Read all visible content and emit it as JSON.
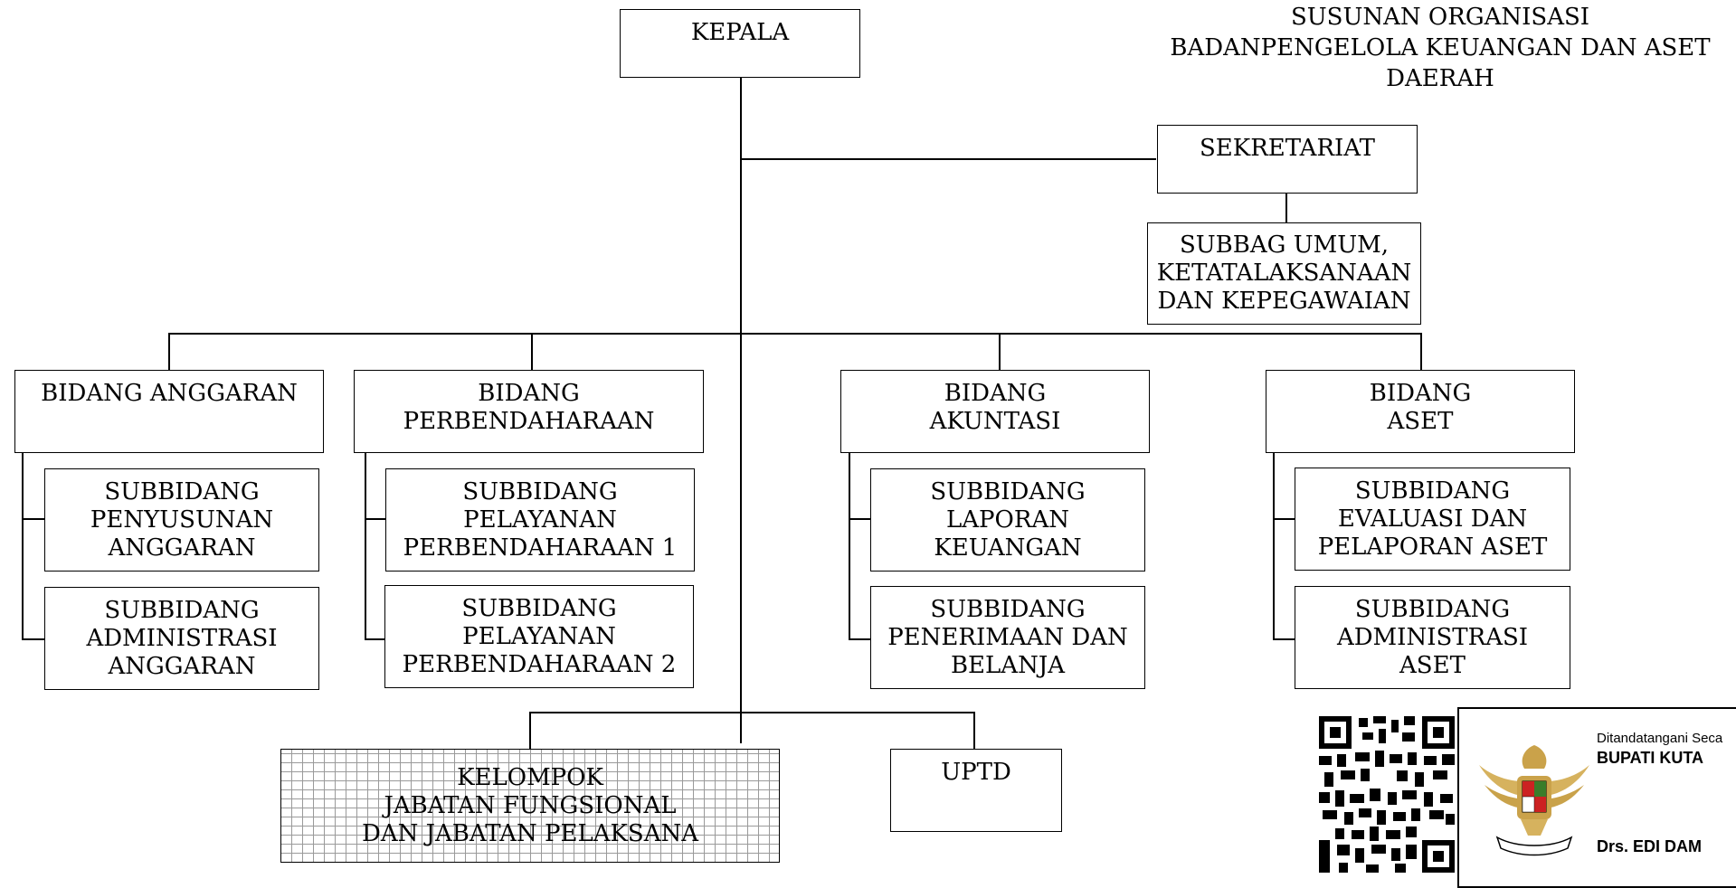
{
  "title": {
    "line1": "SUSUNAN ORGANISASI",
    "line2": "BADANPENGELOLA KEUANGAN DAN ASET",
    "line3": "DAERAH"
  },
  "nodes": {
    "kepala": [
      "KEPALA"
    ],
    "sekretariat": [
      "SEKRETARIAT"
    ],
    "subbag_umum": [
      "SUBBAG UMUM,",
      "KETATALAKSANAAN",
      "DAN KEPEGAWAIAN"
    ],
    "bidang_anggaran": [
      "BIDANG ANGGARAN"
    ],
    "subbidang_penyusunan": [
      "SUBBIDANG",
      "PENYUSUNAN",
      "ANGGARAN"
    ],
    "subbidang_adm_anggaran": [
      "SUBBIDANG",
      "ADMINISTRASI",
      "ANGGARAN"
    ],
    "bidang_perbendaharaan": [
      "BIDANG",
      "PERBENDAHARAAN"
    ],
    "subbidang_pelayanan_1": [
      "SUBBIDANG",
      "PELAYANAN",
      "PERBENDAHARAAN 1"
    ],
    "subbidang_pelayanan_2": [
      "SUBBIDANG",
      "PELAYANAN",
      "PERBENDAHARAAN 2"
    ],
    "bidang_akuntansi": [
      "BIDANG",
      "AKUNTASI"
    ],
    "subbidang_laporan": [
      "SUBBIDANG",
      "LAPORAN",
      "KEUANGAN"
    ],
    "subbidang_penerimaan": [
      "SUBBIDANG",
      "PENERIMAAN DAN",
      "BELANJA"
    ],
    "bidang_aset": [
      "BIDANG",
      "ASET"
    ],
    "subbidang_evaluasi": [
      "SUBBIDANG",
      "EVALUASI DAN",
      "PELAPORAN ASET"
    ],
    "subbidang_adm_aset": [
      "SUBBIDANG",
      "ADMINISTRASI",
      "ASET"
    ],
    "kelompok_fungsional": [
      "KELOMPOK",
      "JABATAN FUNGSIONAL",
      "DAN JABATAN PELAKSANA"
    ],
    "uptd": [
      "UPTD"
    ]
  },
  "signature": {
    "label": "Ditandatangani Seca",
    "office": "BUPATI KUTA",
    "name": "Drs. EDI DAM"
  }
}
